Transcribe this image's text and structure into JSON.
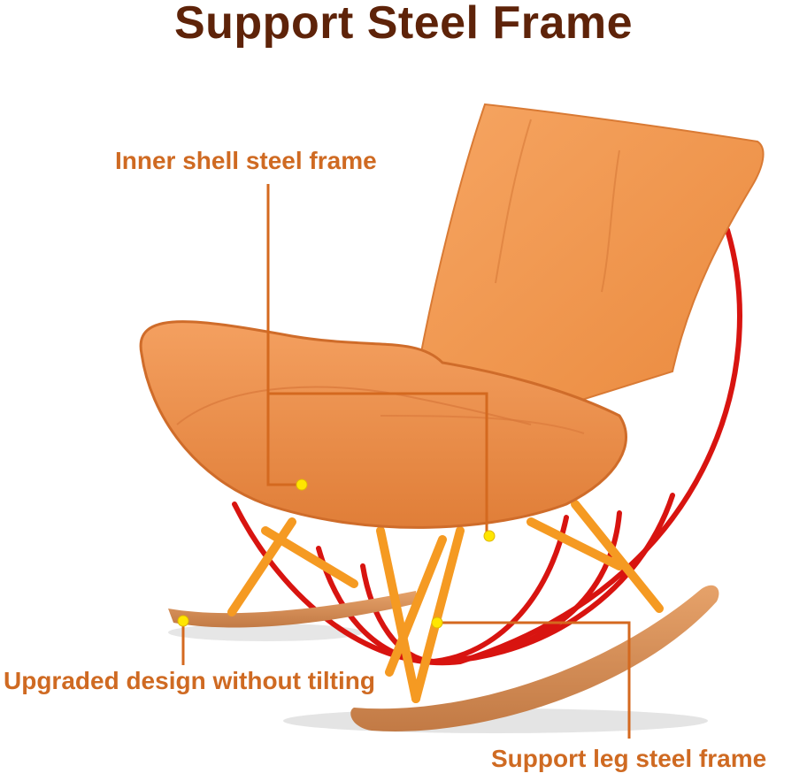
{
  "title": "Support Steel Frame",
  "callouts": [
    {
      "id": "inner",
      "label": "Inner shell steel frame"
    },
    {
      "id": "upgraded",
      "label": "Upgraded design without tilting"
    },
    {
      "id": "support",
      "label": "Support leg steel frame"
    }
  ],
  "colors": {
    "title": "#5e2309",
    "label": "#cf6a22",
    "callout_line": "#d4691f",
    "callout_dot": "#ffe600",
    "upholstery": "#f0954a",
    "upholstery_shadow": "#d97a34",
    "steel_hoops": "#d81410",
    "steel_legs": "#f59a22",
    "rockers": "#d9925a"
  },
  "image": {
    "subject": "orange upholstered rocking chair with red steel hoop frame, orange steel legs and curved wooden rockers"
  }
}
